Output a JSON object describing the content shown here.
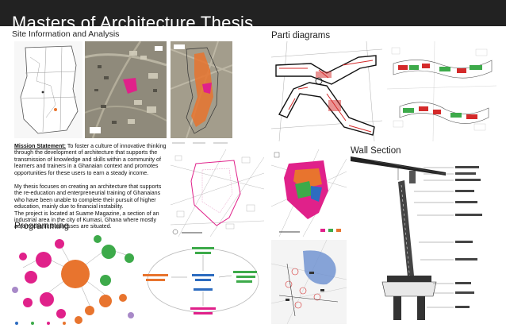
{
  "page": {
    "title": "Masters of Architecture Thesis",
    "sections": {
      "site": "Site Information and Analysis",
      "parti": "Parti diagrams",
      "wall": "Wall Section",
      "programming": "Programming"
    },
    "mission": {
      "label": "Mission Statement:",
      "statement": "To foster a culture of innovative thinking through the development of architecture that supports the transmission of knowledge and skills within a community of learners and trainers in a Ghanaian context and promotes opportunities for these users to earn a steady income.",
      "focus": "My thesis focuses on creating an architecture that supports the re-education and enterpreneurial training of Ghanaians who have been unable to complete their pursuit of higher education, mainly due to financial instability.",
      "location": "The project is located at Suame Magazine, a section of an industrial area in the city of Kumasi, Ghana where mostly automechanic businesses are situated."
    }
  },
  "colors": {
    "topbar": "#222222",
    "magenta": "#e0218a",
    "orange": "#e8742e",
    "green": "#3daa4a",
    "red": "#d42a2a",
    "blue": "#2d6cc0",
    "lilac": "#a889c8"
  }
}
